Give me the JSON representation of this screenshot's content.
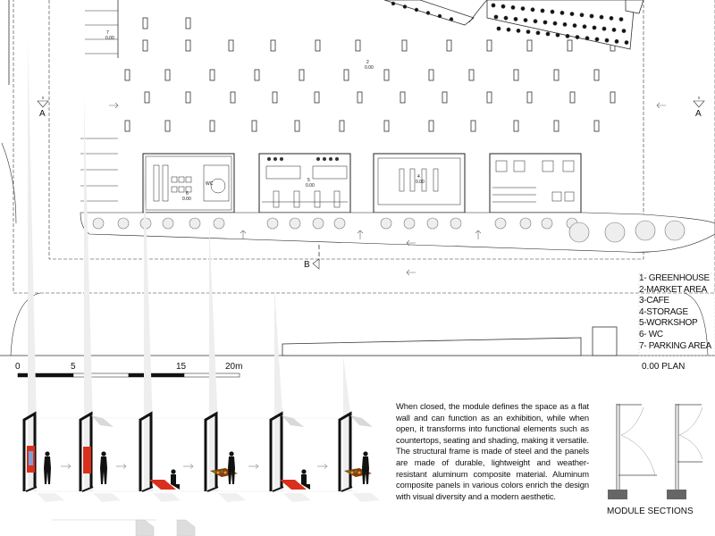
{
  "plan": {
    "title": "0.00 PLAN",
    "section_markers": [
      "A",
      "A",
      "B"
    ],
    "area_labels": [
      {
        "number": "7",
        "level": "0.00"
      },
      {
        "number": "2",
        "level": "0.00"
      },
      {
        "number": "6",
        "level": "0.00"
      },
      {
        "number": "5",
        "level": "0.00"
      },
      {
        "number": "4",
        "level": "0.00"
      }
    ],
    "wc_sign": "WC"
  },
  "legend": {
    "items": [
      "1- GREENHOUSE",
      "2-MARKET AREA",
      "3-CAFE",
      "4-STORAGE",
      "5-WORKSHOP",
      "6- WC",
      "7- PARKING AREA"
    ]
  },
  "scale_bar": {
    "labels": [
      "0",
      "5",
      "15",
      "20m"
    ]
  },
  "module": {
    "description": "When closed, the module defines the space as a flat wall and can function as an exhibition, while when open, it transforms into functional elements such as countertops, seating and shading, making it versatile. The structural frame is made of steel and the panels are made of durable, lightweight and weather-resistant aluminum composite material. Aluminum composite panels in various colors enrich the design with visual diversity and a modern aesthetic.",
    "sections_title": "MODULE SECTIONS",
    "steps": [
      "exhibition",
      "shading",
      "seating",
      "countertop",
      "seating",
      "countertop"
    ],
    "arrow_icon": "arrow-right-icon"
  },
  "colors": {
    "panel_red": "#d9301c",
    "frame": "#111111",
    "light_gray": "#d9d9d9"
  }
}
